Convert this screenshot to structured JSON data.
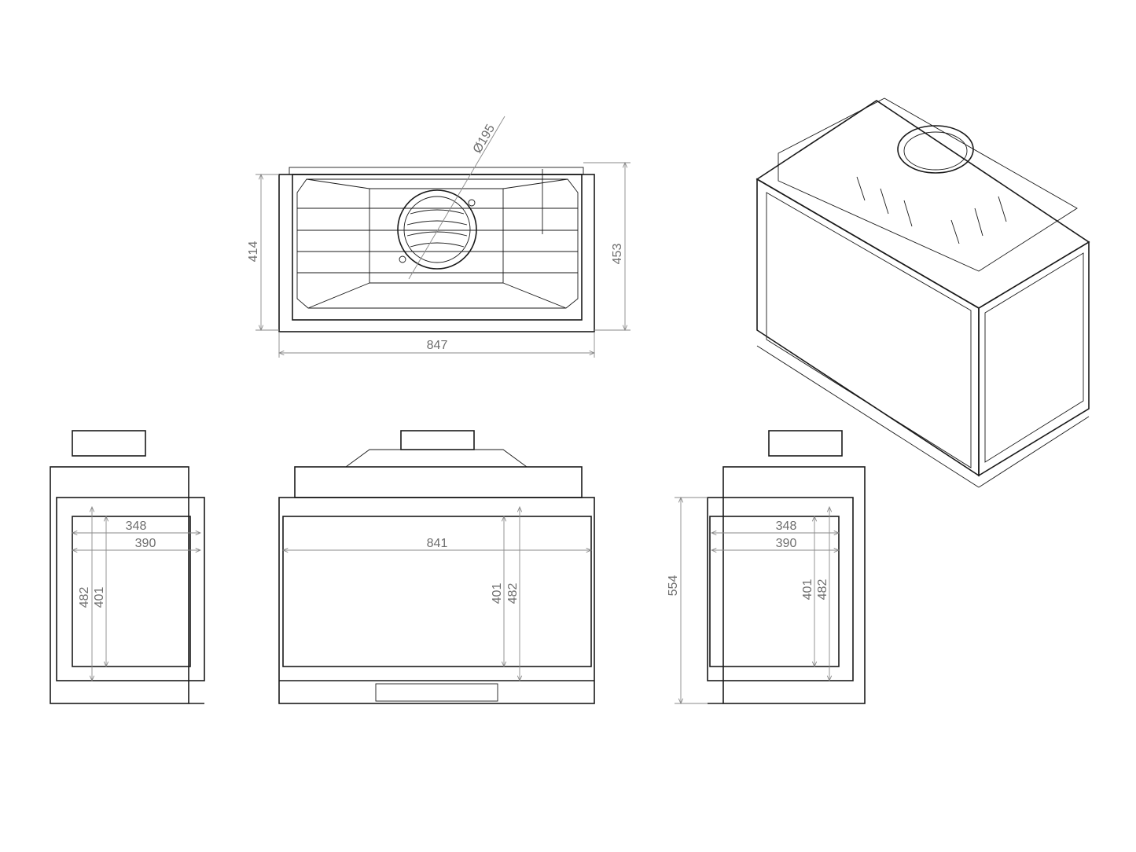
{
  "drawing": {
    "top_view": {
      "flue_diameter": "Ø195",
      "depth_inner": "414",
      "depth_outer": "453",
      "width": "847"
    },
    "left_view": {
      "glass_width_inner": "348",
      "glass_width_outer": "390",
      "glass_height_outer": "482",
      "glass_height_inner": "401"
    },
    "front_view": {
      "glass_width": "841",
      "glass_height_inner": "401",
      "glass_height_outer": "482"
    },
    "right_view": {
      "glass_width_inner": "348",
      "glass_width_outer": "390",
      "glass_height_inner": "401",
      "glass_height_outer": "482",
      "total_height": "554"
    }
  }
}
